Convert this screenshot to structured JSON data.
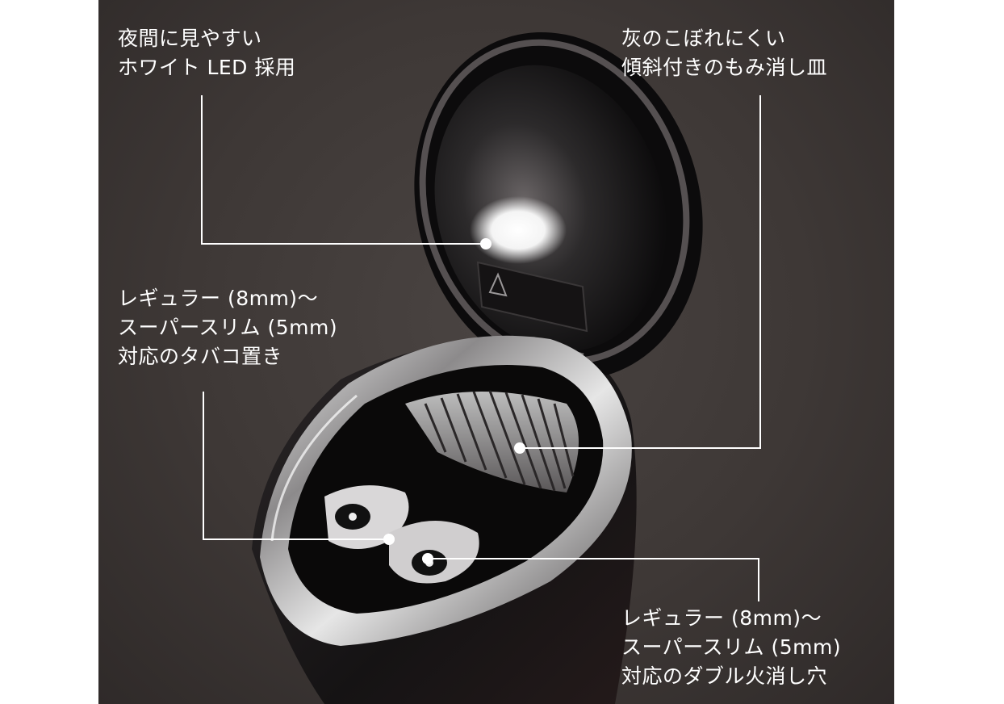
{
  "callouts": {
    "led": {
      "lines": [
        "夜間に見やすい",
        "ホワイト LED 採用"
      ]
    },
    "tray": {
      "lines": [
        "灰のこぼれにくい",
        "傾斜付きのもみ消し皿"
      ]
    },
    "holder": {
      "lines": [
        "レギュラー (8mm)～",
        "スーパースリム (5mm)",
        "対応のタバコ置き"
      ]
    },
    "extinguisher": {
      "lines": [
        "レギュラー (8mm)～",
        "スーパースリム (5mm)",
        "対応のダブル火消し穴"
      ]
    }
  },
  "colors": {
    "background": "#3e3836",
    "text": "#ffffff",
    "leader_line": "#ffffff",
    "product_body": "#1a1718"
  }
}
